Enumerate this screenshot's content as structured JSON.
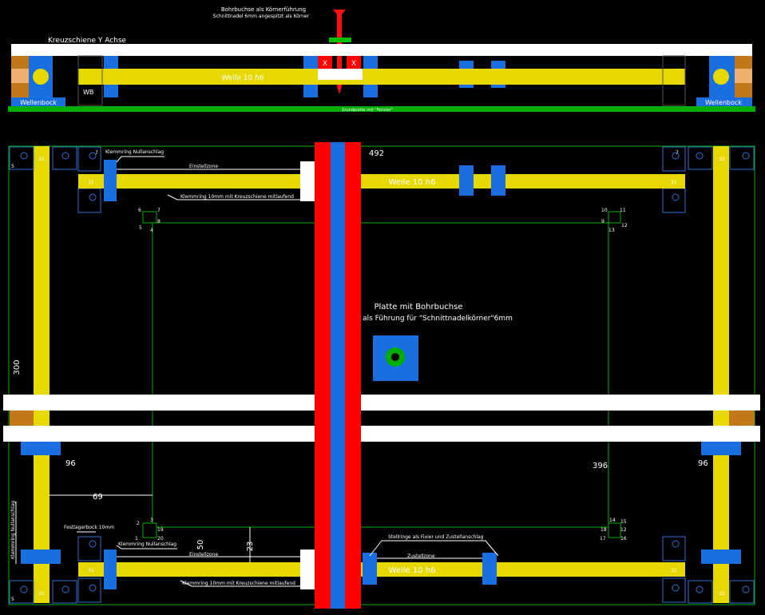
{
  "top_view": {
    "note_line1": "Bohrbuchse als Körnerführung",
    "note_line2": "Schnittnadel 6mm angespitzt als Körner",
    "kreuzschiene_label": "Kreuzschiene Y Achse",
    "welle_label": "Welle 10 h6",
    "wb_label": "WB",
    "wellenbock_left": "Wellenbock",
    "wellenbock_right": "Wellenbock",
    "grundplatte_label": "Grundplatte mit \"Fenster\"",
    "x_mark": "X"
  },
  "plan_view": {
    "dim_492": "492",
    "dim_300": "300",
    "dim_96_left": "96",
    "dim_96_right": "96",
    "dim_396": "396",
    "dim_69": "69",
    "dim_50": "50",
    "dim_23": "23",
    "dim_32": "32",
    "welle_label_top": "Welle 10 h6",
    "welle_label_bottom": "Welle 10 h6",
    "shaft_end_mark": "31",
    "klemmring_nullanschlag_top": "Klemmring Nullanschlag",
    "einstellzone_top": "Einstellzone",
    "klemmring_mitlaufend_top": "Klemmring 10mm mit Kreuzschiene mitlaufend",
    "klemmring_nullanschlag_bottom": "Klemmring Nullanschlag",
    "einstellzone_bottom": "Einstellzone",
    "klemmring_mitlaufend_bottom": "Klemmring 10mm mit Kreuzschiene mitlaufend",
    "festlagerbock": "Festlagerbock 10mm",
    "stellringe": "Stellringe als Fixier und Zustellanschlag",
    "zustellzone": "Zustellzone",
    "klemmring_vertical": "Klemmring Nullanschlag",
    "platte_line1": "Platte mit Bohrbuchse",
    "platte_line2": "als Führung für \"Schnittnadelkörner\"6mm",
    "corner_num_5": "5",
    "corner_num_7": "7",
    "corner_num_6": "6",
    "point_labels": [
      "6",
      "7",
      "5",
      "8",
      "4",
      "10",
      "11",
      "9",
      "12",
      "13",
      "2",
      "3",
      "19",
      "1",
      "20",
      "14",
      "15",
      "18",
      "12",
      "17",
      "16"
    ]
  },
  "colors": {
    "background": "#000000",
    "yellow_shaft": "#e6d800",
    "blue_block": "#1a6fe0",
    "red_rail": "#ff0000",
    "white_rail": "#ffffff",
    "green_plate": "#00b000",
    "orange_block": "#c07818"
  }
}
